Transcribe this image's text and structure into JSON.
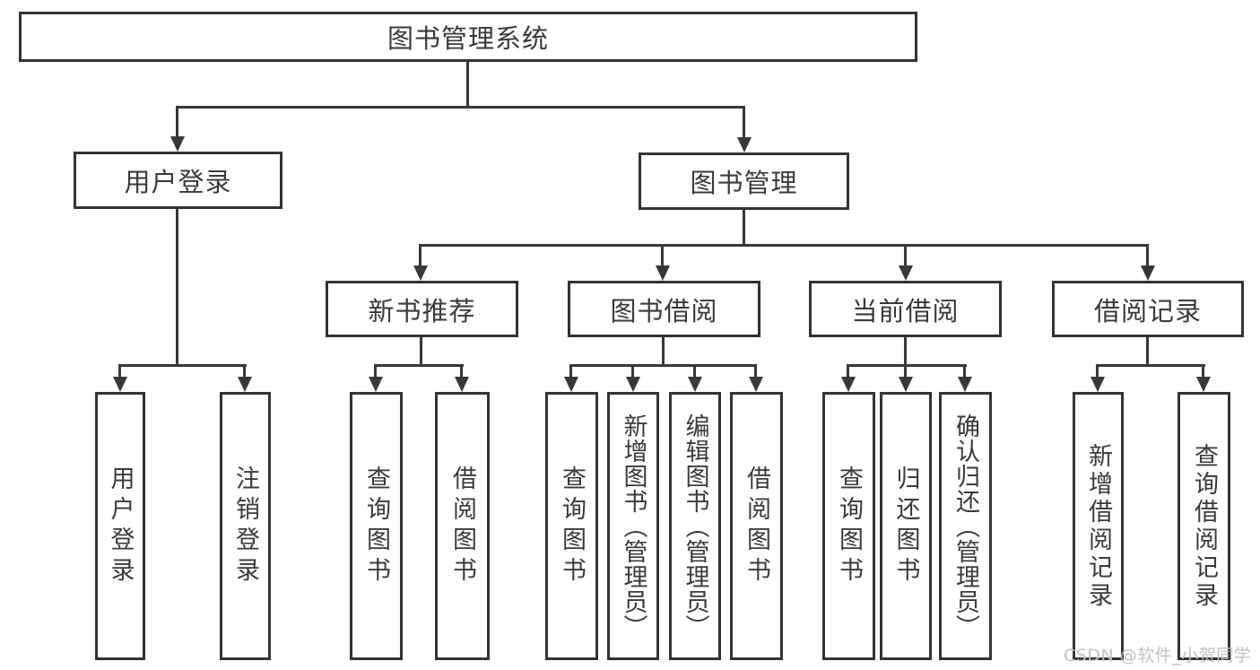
{
  "diagram": {
    "root": "图书管理系统",
    "groups": [
      {
        "label": "用户登录",
        "leaves": [
          "用户登录",
          "注销登录"
        ]
      },
      {
        "label": "图书管理",
        "sections": [
          {
            "label": "新书推荐",
            "leaves": [
              "查询图书",
              "借阅图书"
            ]
          },
          {
            "label": "图书借阅",
            "leaves": [
              "查询图书",
              "新增图书（管理员）",
              "编辑图书（管理员）",
              "借阅图书"
            ]
          },
          {
            "label": "当前借阅",
            "leaves": [
              "查询图书",
              "归还图书",
              "确认归还（管理员）"
            ]
          },
          {
            "label": "借阅记录",
            "leaves": [
              "新增借阅记录",
              "查询借阅记录"
            ]
          }
        ]
      }
    ]
  },
  "watermark": {
    "text": "CSDN @软件_小贺同学"
  },
  "colors": {
    "line": "#383838",
    "box_border": "#333333",
    "text": "#3a3a3a",
    "watermark": "#c2c2c2",
    "background": "#ffffff"
  }
}
